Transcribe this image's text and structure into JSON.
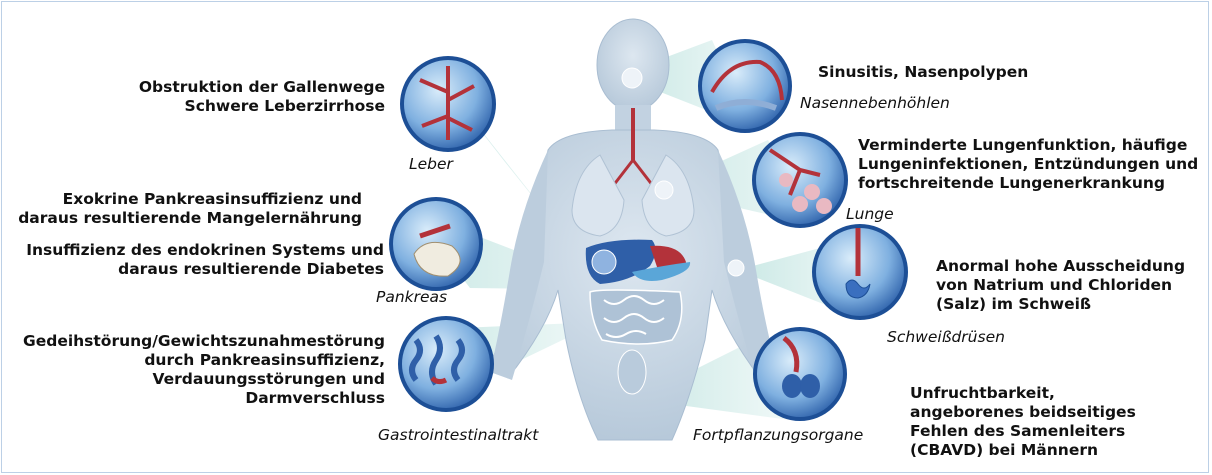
{
  "labels": {
    "leber_desc": "Obstruktion der Gallenwege\nSchwere Leberzirrhose",
    "leber": "Leber",
    "pankreas_desc_1": "Exokrine Pankreasinsuffizienz und\ndaraus resultierende Mangelernährung",
    "pankreas_desc_2": "Insuffizienz des endokrinen Systems und\ndaraus resultierende Diabetes",
    "pankreas": "Pankreas",
    "gastro_desc": "Gedeihstörung/Gewichtszunahmestörung\ndurch Pankreasinsuffizienz,\nVerdauungsstörungen und\nDarmverschluss",
    "gastro": "Gastrointestinaltrakt",
    "nasen_desc": "Sinusitis, Nasenpolypen",
    "nasen": "Nasennebenhöhlen",
    "lunge_desc": "Verminderte Lungenfunktion, häufige\nLungeninfektionen, Entzündungen und\nfortschreitende Lungenerkrankung",
    "lunge": "Lunge",
    "schweiss_desc": "Anormal hohe Ausscheidung\nvon Natrium und Chloriden\n(Salz) im Schweiß",
    "schweiss": "Schweißdrüsen",
    "fort_desc": "Unfruchtbarkeit,\nangeborenes beidseitiges\nFehlen des Samenleiters\n(CBAVD) bei Männern",
    "fort": "Fortpflanzungsorgane"
  },
  "colors": {
    "body_fill": "#c7d5e3",
    "body_edge": "#a9bdd1",
    "beam": "#9ed4cf",
    "organ_blue": "#2f5fa8",
    "organ_red": "#b3323a",
    "circle_rim": "#1d4f96",
    "frame": "#bcd0e6"
  },
  "icons": [
    "sinus-circle",
    "liver-circle",
    "lung-circle",
    "pancreas-circle",
    "sweat-gland-circle",
    "intestine-circle",
    "reproductive-circle"
  ]
}
